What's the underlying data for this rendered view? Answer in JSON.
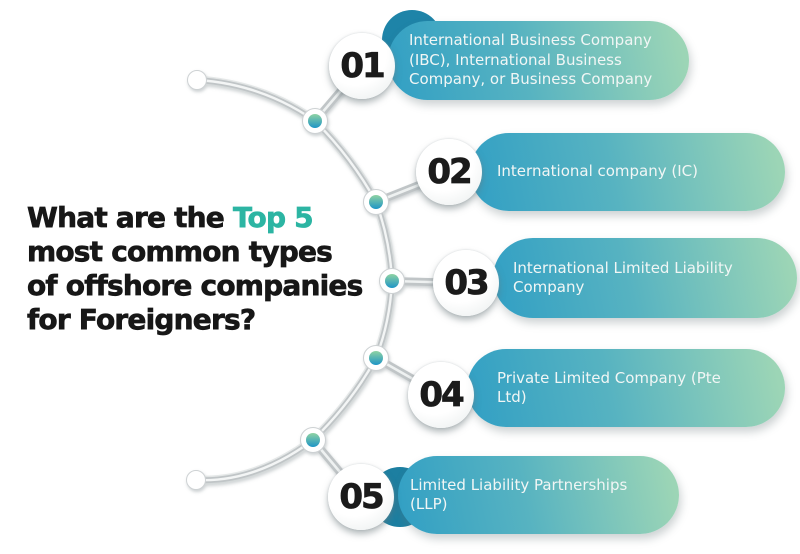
{
  "title": {
    "line1_prefix": "What are the ",
    "line1_highlight": "Top 5",
    "line2": "most common types",
    "line3": "of offshore companies",
    "line4": "for Foreigners?"
  },
  "items": [
    {
      "number": "01",
      "lines": [
        "International Business Company",
        "(IBC), International Business",
        "Company, or Business Company"
      ]
    },
    {
      "number": "02",
      "lines": [
        "International company (IC)"
      ]
    },
    {
      "number": "03",
      "lines": [
        "International Limited Liability",
        "Company"
      ]
    },
    {
      "number": "04",
      "lines": [
        "Private Limited Company (Pte",
        "Ltd)"
      ]
    },
    {
      "number": "05",
      "lines": [
        "Limited Liability Partnerships",
        "(LLP)"
      ]
    }
  ],
  "colors": {
    "pill_gradient_start": "#319fc4",
    "pill_gradient_end": "#9cd5b6",
    "dark_accent_circle": "#1e84a8",
    "node_top": "#8fd3a3",
    "node_bottom": "#1e95c6",
    "connector_tube": "#c0c5c7",
    "title_text": "#171717",
    "title_highlight": "#2cb5a3",
    "pill_text": "#f1f6f5",
    "number_text": "#1b1b1b"
  }
}
